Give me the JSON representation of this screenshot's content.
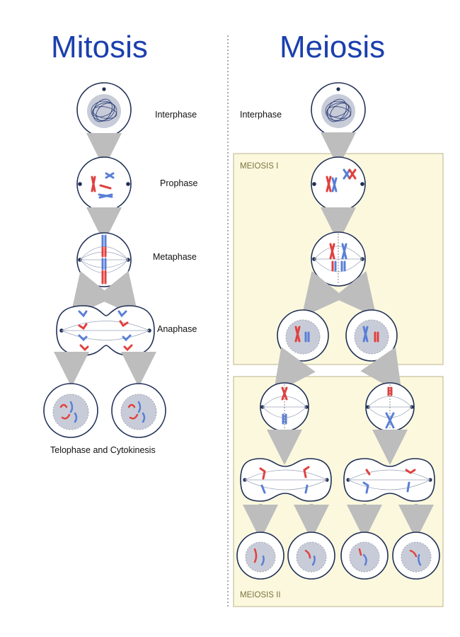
{
  "titles": {
    "mitosis": "Mitosis",
    "meiosis": "Meiosis"
  },
  "labels": {
    "interphase_left": "Interphase",
    "prophase": "Prophase",
    "metaphase": "Metaphase",
    "anaphase": "Anaphase",
    "telophase": "Telophase and Cytokinesis",
    "interphase_right": "Interphase"
  },
  "panels": {
    "meiosis1": "MEIOSIS I",
    "meiosis2": "MEIOSIS II"
  },
  "colors": {
    "title": "#1b3fae",
    "cell_outline": "#1f2f55",
    "red_chromosome": "#e0413f",
    "blue_chromosome": "#5a7fd6",
    "panel_fill": "#fbf8de",
    "panel_border": "#b9b38a",
    "arrow": "#bdbdbd",
    "nucleus_fill": "#c6cad6"
  }
}
